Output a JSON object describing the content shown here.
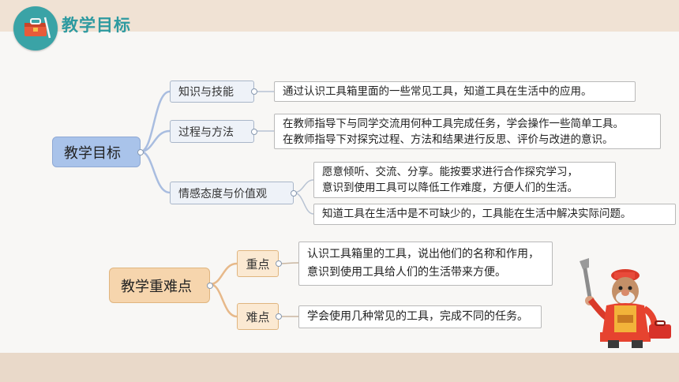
{
  "header": {
    "title": "教学目标"
  },
  "goals": {
    "root": "教学目标",
    "branches": [
      {
        "label": "知识与技能",
        "details": [
          "通过认识工具箱里面的一些常见工具，知道工具在生活中的应用。"
        ]
      },
      {
        "label": "过程与方法",
        "details": [
          "在教师指导下与同学交流用何种工具完成任务，学会操作一些简单工具。",
          "在教师指导下对探究过程、方法和结果进行反思、评价与改进的意识。"
        ]
      },
      {
        "label": "情感态度与价值观",
        "detail_groups": [
          [
            "愿意倾听、交流、分享。能按要求进行合作探究学习，",
            "意识到使用工具可以降低工作难度，方便人们的生活。"
          ],
          [
            "知道工具在生活中是不可缺少的，工具能在生活中解决实际问题。"
          ]
        ]
      }
    ]
  },
  "key_points": {
    "root": "教学重难点",
    "branches": [
      {
        "label": "重点",
        "details": [
          "认识工具箱里的工具，说出他们的名称和作用，",
          "意识到使用工具给人们的生活带来方便。"
        ]
      },
      {
        "label": "难点",
        "details": [
          "学会使用几种常见的工具，完成不同的任务。"
        ]
      }
    ]
  },
  "colors": {
    "teal": "#2d9aa0",
    "blue_node": "#a9c3ea",
    "orange_node": "#f6d5ad",
    "line_blue": "#a9bde0",
    "line_orange": "#e7b98a"
  },
  "icons": {
    "logo": "toolbox-icon",
    "mascot": "plumber-mascot-icon"
  }
}
